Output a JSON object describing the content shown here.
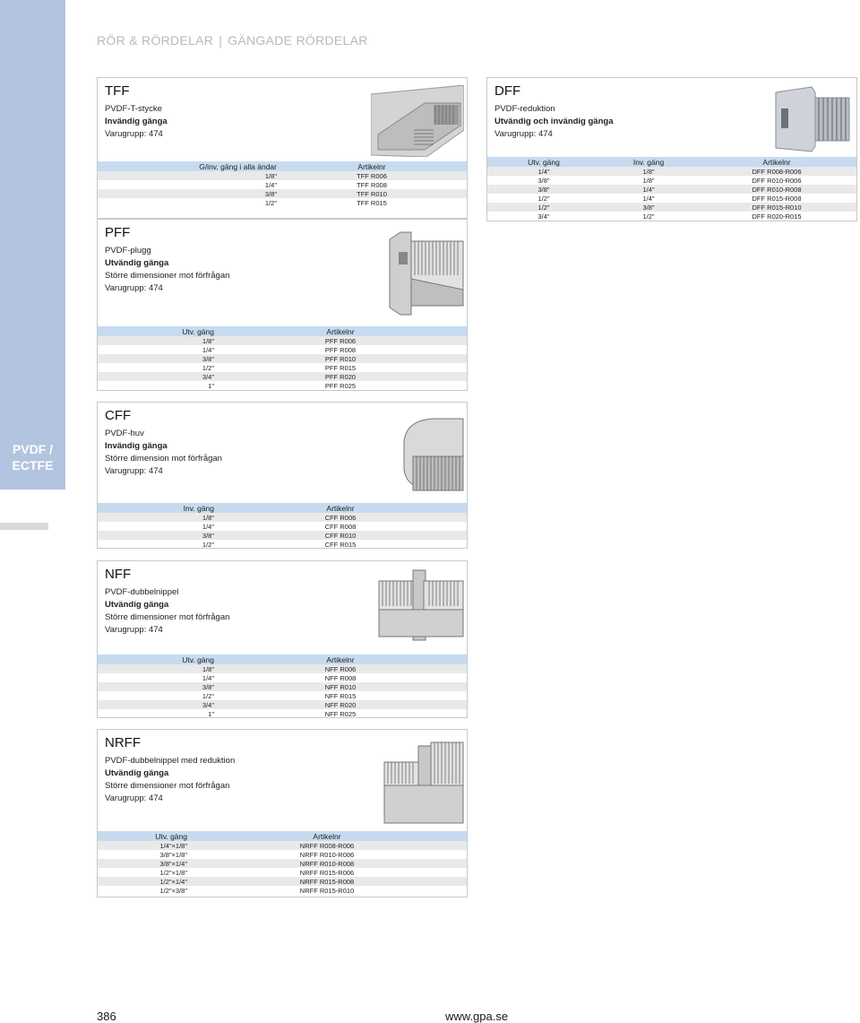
{
  "header": {
    "part1": "RÖR & RÖRDELAR",
    "part2": "GÄNGADE RÖRDELAR"
  },
  "sidebar": {
    "label_line1": "PVDF /",
    "label_line2": "ECTFE"
  },
  "footer": {
    "page": "386",
    "url": "www.gpa.se"
  },
  "products": {
    "tff": {
      "code": "TFF",
      "name": "PVDF-T-stycke",
      "type": "Invändig gänga",
      "group": "Varugrupp: 474",
      "headers": [
        "G/inv. gäng i alla ändar",
        "Artikelnr"
      ],
      "rows": [
        [
          "1/8\"",
          "TFF R006"
        ],
        [
          "1/4\"",
          "TFF R008"
        ],
        [
          "3/8\"",
          "TFF R010"
        ],
        [
          "1/2\"",
          "TFF R015"
        ]
      ]
    },
    "dff": {
      "code": "DFF",
      "name": "PVDF-reduktion",
      "type": "Utvändig och invändig gänga",
      "group": "Varugrupp: 474",
      "headers": [
        "Utv. gäng",
        "Inv. gäng",
        "Artikelnr"
      ],
      "rows": [
        [
          "1/4\"",
          "1/8\"",
          "DFF R008-R006"
        ],
        [
          "3/8\"",
          "1/8\"",
          "DFF R010-R006"
        ],
        [
          "3/8\"",
          "1/4\"",
          "DFF R010-R008"
        ],
        [
          "1/2\"",
          "1/4\"",
          "DFF R015-R008"
        ],
        [
          "1/2\"",
          "3/8\"",
          "DFF R015-R010"
        ],
        [
          "3/4\"",
          "1/2\"",
          "DFF R020-R015"
        ]
      ]
    },
    "pff": {
      "code": "PFF",
      "name": "PVDF-plugg",
      "type": "Utvändig gänga",
      "note": "Större dimensioner mot förfrågan",
      "group": "Varugrupp: 474",
      "headers": [
        "Utv. gäng",
        "Artikelnr"
      ],
      "rows": [
        [
          "1/8\"",
          "PFF R006"
        ],
        [
          "1/4\"",
          "PFF R008"
        ],
        [
          "3/8\"",
          "PFF R010"
        ],
        [
          "1/2\"",
          "PFF R015"
        ],
        [
          "3/4\"",
          "PFF R020"
        ],
        [
          "1\"",
          "PFF R025"
        ]
      ]
    },
    "cff": {
      "code": "CFF",
      "name": "PVDF-huv",
      "type": "Invändig gänga",
      "note": "Större dimension mot förfrågan",
      "group": "Varugrupp: 474",
      "headers": [
        "Inv. gäng",
        "Artikelnr"
      ],
      "rows": [
        [
          "1/8\"",
          "CFF R006"
        ],
        [
          "1/4\"",
          "CFF R008"
        ],
        [
          "3/8\"",
          "CFF R010"
        ],
        [
          "1/2\"",
          "CFF R015"
        ]
      ]
    },
    "nff": {
      "code": "NFF",
      "name": "PVDF-dubbelnippel",
      "type": "Utvändig gänga",
      "note": "Större dimensioner mot förfrågan",
      "group": "Varugrupp: 474",
      "headers": [
        "Utv. gäng",
        "Artikelnr"
      ],
      "rows": [
        [
          "1/8\"",
          "NFF R006"
        ],
        [
          "1/4\"",
          "NFF R008"
        ],
        [
          "3/8\"",
          "NFF R010"
        ],
        [
          "1/2\"",
          "NFF R015"
        ],
        [
          "3/4\"",
          "NFF R020"
        ],
        [
          "1\"",
          "NFF R025"
        ]
      ]
    },
    "nrff": {
      "code": "NRFF",
      "name": "PVDF-dubbelnippel med reduktion",
      "type": "Utvändig gänga",
      "note": "Större dimensioner mot förfrågan",
      "group": "Varugrupp: 474",
      "headers": [
        "Utv. gäng",
        "Artikelnr"
      ],
      "rows": [
        [
          "1/4\"×1/8\"",
          "NRFF R008-R006"
        ],
        [
          "3/8\"×1/8\"",
          "NRFF R010-R006"
        ],
        [
          "3/8\"×1/4\"",
          "NRFF R010-R008"
        ],
        [
          "1/2\"×1/8\"",
          "NRFF R015-R006"
        ],
        [
          "1/2\"×1/4\"",
          "NRFF R015-R008"
        ],
        [
          "1/2\"×3/8\"",
          "NRFF R015-R010"
        ]
      ]
    }
  }
}
